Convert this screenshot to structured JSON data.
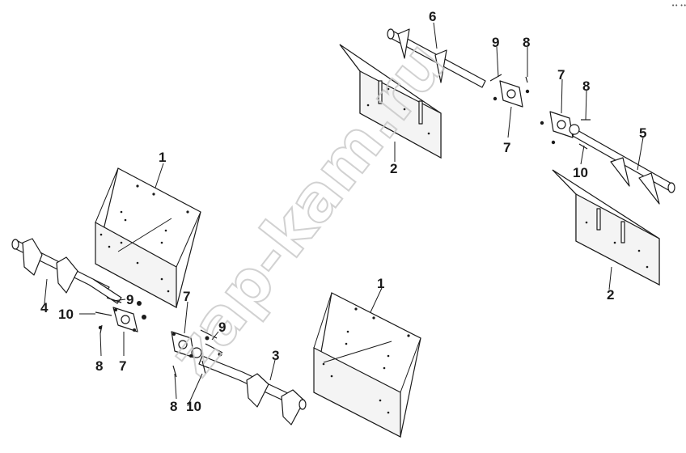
{
  "watermark": "zap-kam.ru",
  "corner_mark": "•• •••",
  "callouts": {
    "c1_left": "1",
    "c1_right": "1",
    "c2_top": "2",
    "c2_right": "2",
    "c3": "3",
    "c4": "4",
    "c5": "5",
    "c6": "6",
    "c7_a": "7",
    "c7_b": "7",
    "c7_c": "7",
    "c7_d": "7",
    "c8_a": "8",
    "c8_b": "8",
    "c8_c": "8",
    "c8_d": "8",
    "c9_a": "9",
    "c9_b": "9",
    "c9_c": "9",
    "c10_a": "10",
    "c10_b": "10",
    "c10_c": "10"
  }
}
